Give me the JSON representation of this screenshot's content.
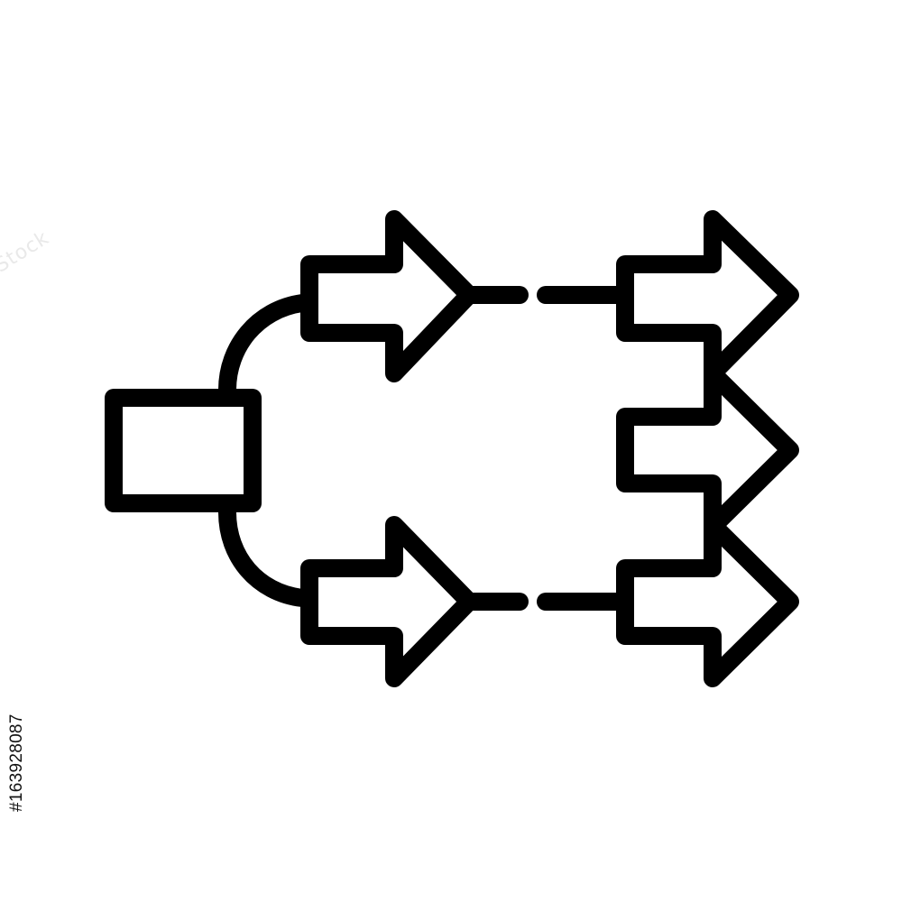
{
  "stock": {
    "id_text": "#163928087"
  },
  "watermark": {
    "text": "Adobe Stock"
  },
  "diagram": {
    "source_box": "rectangle",
    "branches": 2,
    "outputs": 3,
    "stroke_color": "#000000",
    "background_color": "#ffffff"
  }
}
